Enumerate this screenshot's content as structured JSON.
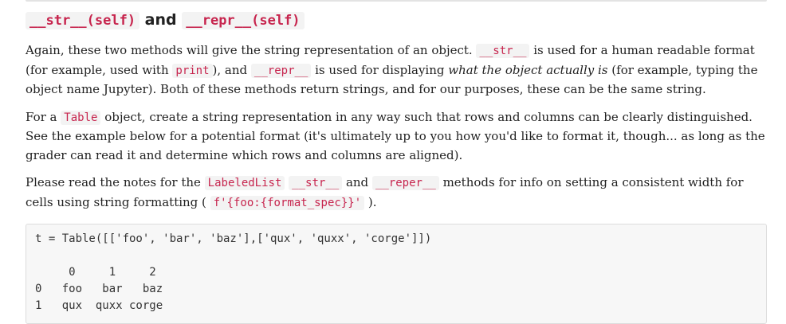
{
  "heading": {
    "str_method": "__str__(self)",
    "connector": " and ",
    "repr_method": "__repr__(self)"
  },
  "paragraph1": {
    "t1": "Again, these two methods will give the string representation of an object. ",
    "c1": "__str__",
    "t2": " is used for a human readable format (for example, used with ",
    "c2": "print",
    "t3": "), and ",
    "c3": "__repr__",
    "t4": " is used for displaying ",
    "em1": "what the object actually is",
    "t5": " (for example, typing the object name Jupyter). Both of these methods return strings, and for our purposes, these can be the same string."
  },
  "paragraph2": {
    "t1": "For a ",
    "c1": "Table",
    "t2": " object, create a string representation in any way such that rows and columns can be clearly distinguished. See the example below for a potential format (it's ultimately up to you how you'd like to format it, though... as long as the grader can read it and determine which rows and columns are aligned)."
  },
  "paragraph3": {
    "t1": "Please read the notes for the ",
    "c1": "LabeledList",
    "t2": " ",
    "c2": "__str__",
    "t3": " and ",
    "c3": "__reper__",
    "t4": " methods for info on setting a consistent width for cells using string formatting ( ",
    "c4": "f'{foo:{format_spec}}'",
    "t5": " )."
  },
  "code_example": "t = Table([['foo', 'bar', 'baz'],['qux', 'quxx', 'corge']])\n\n     0     1     2\n0   foo   bar   baz\n1   qux  quxx corge"
}
